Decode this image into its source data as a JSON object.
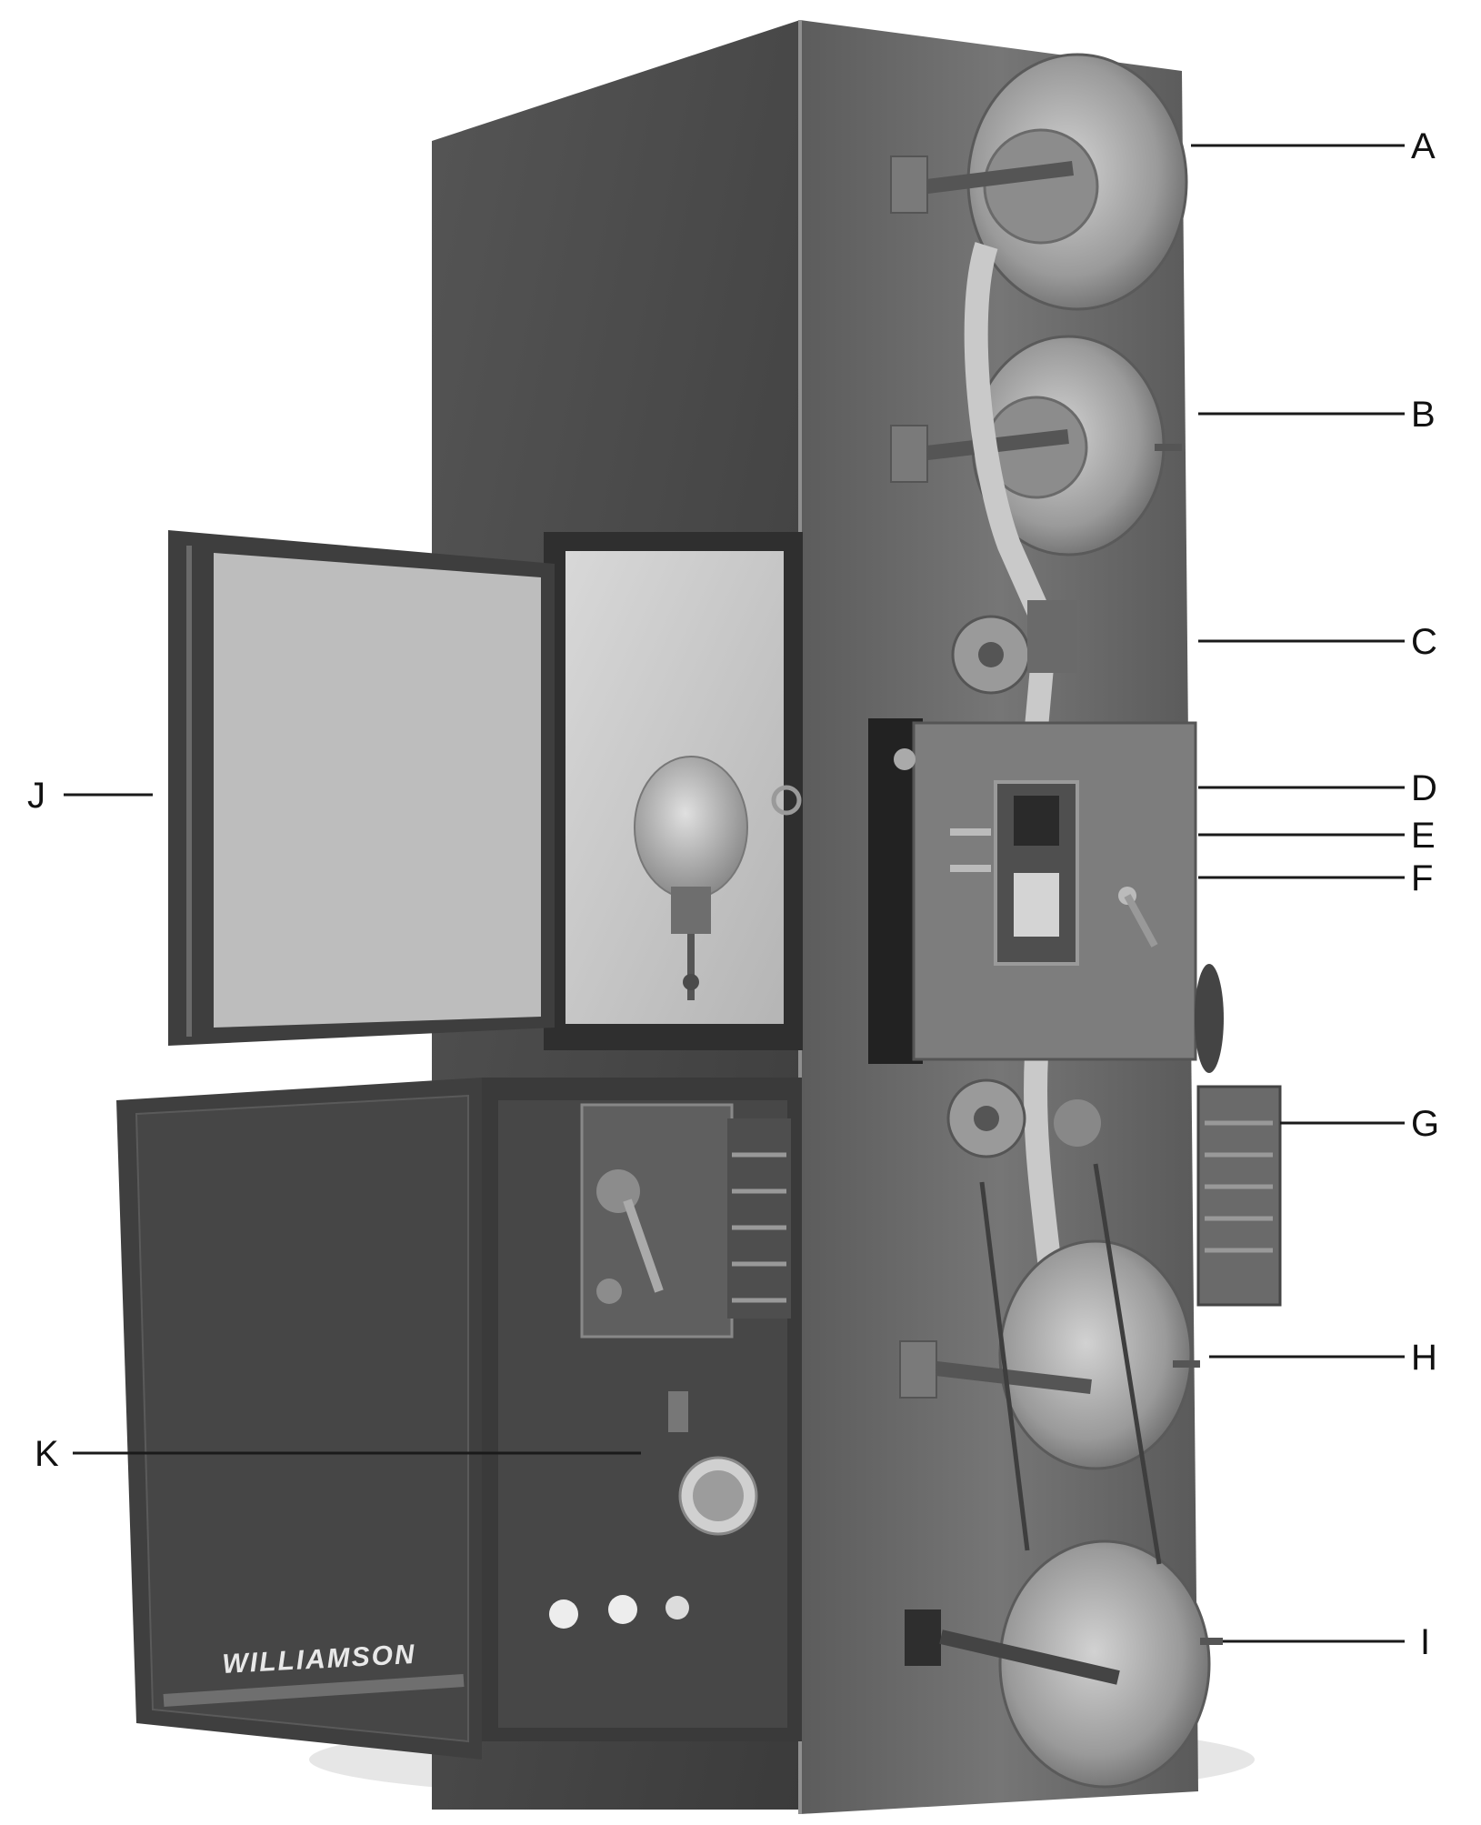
{
  "figure": {
    "brand_plate": "WILLIAMSON",
    "callouts": {
      "A": "A",
      "B": "B",
      "C": "C",
      "D": "D",
      "E": "E",
      "F": "F",
      "G": "G",
      "H": "H",
      "I": "I",
      "J": "J",
      "K": "K"
    },
    "colors": {
      "cabinet_front": "#6b6b6b",
      "cabinet_side": "#4a4a4a",
      "cabinet_dark": "#3a3a3a",
      "door_panel": "#bdbdbd",
      "reel": "#a8a8a8",
      "film": "#c9c9c9",
      "background": "#ffffff"
    }
  }
}
